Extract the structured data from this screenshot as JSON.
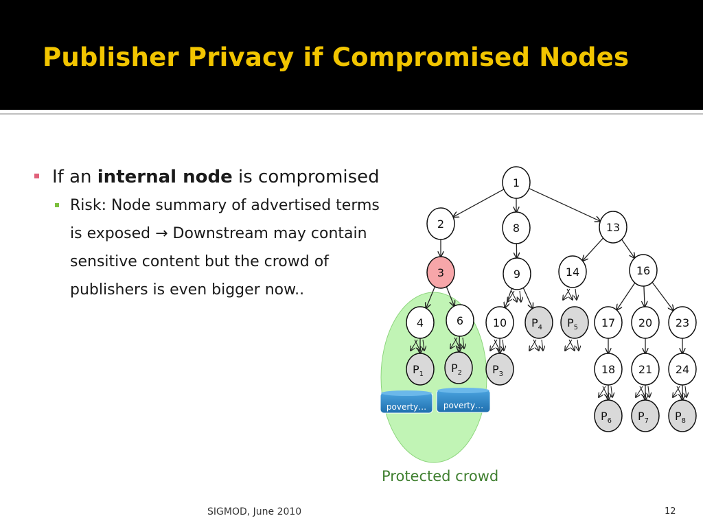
{
  "slide": {
    "title": "Publisher Privacy if Compromised Nodes",
    "footer_left": "SIGMOD, June 2010",
    "page_number": "12"
  },
  "bullets": {
    "b1_prefix": "If an ",
    "b1_bold": "internal node",
    "b1_suffix": " is compromised",
    "b2_lines": [
      "Risk: Node summary of advertised terms",
      "is exposed → Downstream may contain",
      "sensitive content but the crowd of",
      "publishers is even bigger now.."
    ]
  },
  "diagram": {
    "crowd_label": "Protected crowd",
    "db_labels": [
      "poverty…",
      "poverty…"
    ],
    "colors": {
      "compromised_fill": "#f7a6a9",
      "publisher_fill": "#d9d9d9",
      "node_fill": "#ffffff",
      "crowd_fill": "#b6f2a8",
      "db_fill": "#2e86c1"
    },
    "nodes": [
      {
        "id": "n1",
        "label": "1",
        "type": "node"
      },
      {
        "id": "n2",
        "label": "2",
        "type": "node"
      },
      {
        "id": "n8",
        "label": "8",
        "type": "node"
      },
      {
        "id": "n13",
        "label": "13",
        "type": "node"
      },
      {
        "id": "n3",
        "label": "3",
        "type": "compromised"
      },
      {
        "id": "n9",
        "label": "9",
        "type": "node"
      },
      {
        "id": "n14",
        "label": "14",
        "type": "node"
      },
      {
        "id": "n16",
        "label": "16",
        "type": "node"
      },
      {
        "id": "n4",
        "label": "4",
        "type": "node"
      },
      {
        "id": "n6",
        "label": "6",
        "type": "node"
      },
      {
        "id": "n10",
        "label": "10",
        "type": "node"
      },
      {
        "id": "p4",
        "label": "P",
        "sub": "4",
        "type": "publisher"
      },
      {
        "id": "p5",
        "label": "P",
        "sub": "5",
        "type": "publisher"
      },
      {
        "id": "n17",
        "label": "17",
        "type": "node"
      },
      {
        "id": "n20",
        "label": "20",
        "type": "node"
      },
      {
        "id": "n23",
        "label": "23",
        "type": "node"
      },
      {
        "id": "p1",
        "label": "P",
        "sub": "1",
        "type": "publisher"
      },
      {
        "id": "p2",
        "label": "P",
        "sub": "2",
        "type": "publisher"
      },
      {
        "id": "p3",
        "label": "P",
        "sub": "3",
        "type": "publisher"
      },
      {
        "id": "n18",
        "label": "18",
        "type": "node"
      },
      {
        "id": "n21",
        "label": "21",
        "type": "node"
      },
      {
        "id": "n24",
        "label": "24",
        "type": "node"
      },
      {
        "id": "p6",
        "label": "P",
        "sub": "6",
        "type": "publisher"
      },
      {
        "id": "p7",
        "label": "P",
        "sub": "7",
        "type": "publisher"
      },
      {
        "id": "p8",
        "label": "P",
        "sub": "8",
        "type": "publisher"
      }
    ],
    "edges": [
      [
        "n1",
        "n2"
      ],
      [
        "n1",
        "n8"
      ],
      [
        "n1",
        "n13"
      ],
      [
        "n2",
        "n3"
      ],
      [
        "n8",
        "n9"
      ],
      [
        "n13",
        "n14"
      ],
      [
        "n13",
        "n16"
      ],
      [
        "n3",
        "n4"
      ],
      [
        "n3",
        "n6"
      ],
      [
        "n9",
        "n10"
      ],
      [
        "n9",
        "p4"
      ],
      [
        "n16",
        "n17"
      ],
      [
        "n16",
        "n20"
      ],
      [
        "n16",
        "n23"
      ],
      [
        "n4",
        "p1"
      ],
      [
        "n6",
        "p2"
      ],
      [
        "n10",
        "p3"
      ],
      [
        "n17",
        "n18"
      ],
      [
        "n20",
        "n21"
      ],
      [
        "n23",
        "n24"
      ],
      [
        "n18",
        "p6"
      ],
      [
        "n21",
        "p7"
      ],
      [
        "n24",
        "p8"
      ]
    ]
  }
}
